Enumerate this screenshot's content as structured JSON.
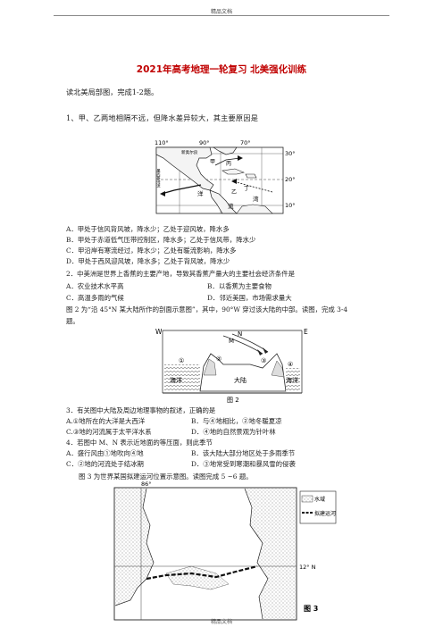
{
  "header": "精品文档",
  "title": "2021年高考地理一轮复习 北美强化训练",
  "intro": "读北美局部图，完成1-2题。",
  "q1": {
    "stem": "1、甲、乙两地相隔不远，但降水差异较大，其主要原因是",
    "map_labels": {
      "lon1": "110°",
      "lon2": "90°",
      "lon3": "70°",
      "lat1": "30°",
      "lat2": "20°",
      "lat3": "10°",
      "place1": "新奥尔良",
      "jia": "甲",
      "yi": "乙",
      "yang": "洋",
      "liu": "流",
      "bing": "丙",
      "ding": "丁",
      "wan": "湾",
      "left": "墨西哥湾流"
    },
    "options": [
      "A．甲处于信风背风坡，降水少；乙处于迎风坡，降水多",
      "B．甲处于赤道低气压带控制区，降水多；乙处于信风带，降水少",
      "C．甲沿岸有寒流经过，降水少；乙处有暖流影响，降水多",
      "D．甲处于西风迎风坡，降水多；乙处于背风坡，降水少"
    ]
  },
  "q2": {
    "stem": "2．中美洲是世界上香蕉的主要产地，导致其香蕉产量大的主要社会经济条件是",
    "opts_row1": [
      "A．农业技术水平高",
      "B．以香蕉为主要食物"
    ],
    "opts_row2": [
      "C．高温多雨的气候",
      "D．邻近美国，市场需求量大"
    ]
  },
  "fig2_intro_1": "图 2 为“沿 45°N 某大陆所作的剖面示意图”，其中，90°W 穿过该大陆的中部。读图，完成 3-4",
  "fig2_intro_2": "题。",
  "fig2": {
    "w": "W",
    "e": "E",
    "m": "M",
    "n": "N",
    "c1": "①",
    "c2": "②",
    "c3": "③",
    "c4": "④",
    "left_ocean": "海洋",
    "right_ocean": "海洋",
    "land": "大陆",
    "caption": "图 2"
  },
  "q3": {
    "stem": "3．有关图中大陆及周边地理事物的叙述，正确的是",
    "row1": [
      "A.①地所在的大洋是大西洋",
      "B．与④地相比，②地冬暖夏凉"
    ],
    "row2": [
      "C.③地的河流属于太平洋水系",
      "D．④地的自然景观为针叶林"
    ]
  },
  "q4": {
    "stem": "4．若图中 M、N 表示近地面的等压面，则此季节",
    "row1": [
      "A．盛行风由①地吹向④地",
      "B．该大陆大部分地区处于多雨季节"
    ],
    "row2": [
      "C．②地的河流处于结冰期",
      "D．③地常受到寒潮和暴风雪的侵袭"
    ]
  },
  "fig3_intro": "图 3 为世界某国拟建运河位置示意图。读图完成 5 ~6 题。",
  "fig3": {
    "lon": "86°",
    "lat": "12° N",
    "legend_water": "水域",
    "legend_canal": "拟建运河",
    "caption": "图 3"
  },
  "footer": "精品文档"
}
